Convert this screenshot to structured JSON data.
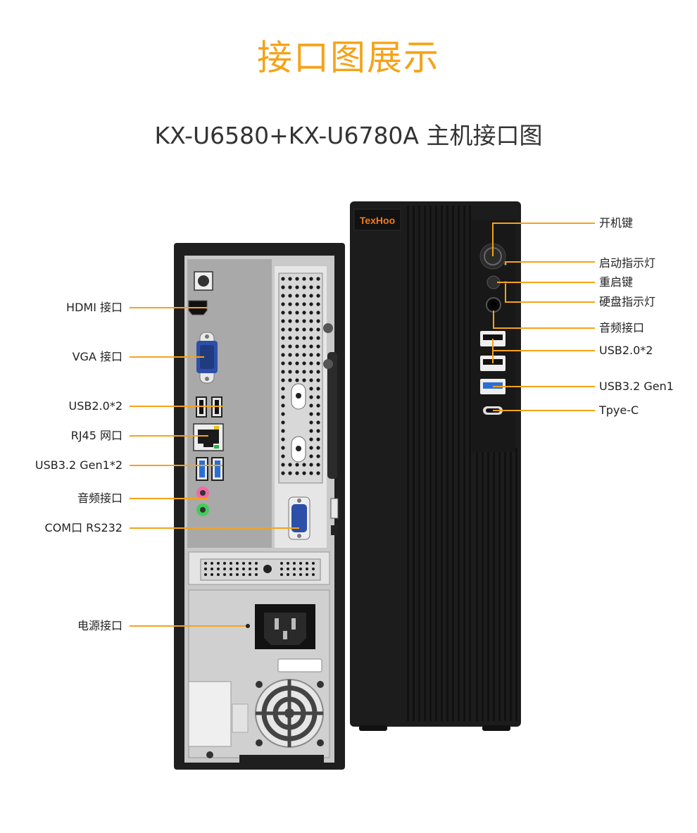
{
  "page": {
    "title": "接口图展示",
    "subtitle": "KX-U6580+KX-U6780A 主机接口图"
  },
  "colors": {
    "accent": "#f5a31a",
    "chassis": "#1c1c1c",
    "usb3_blue": "#2a6fd6"
  },
  "brand": {
    "logo_text": "TexHoo"
  },
  "rear_labels": [
    "HDMI 接口",
    "VGA 接口",
    "USB2.0*2",
    "RJ45 网口",
    "USB3.2 Gen1*2",
    "音频接口",
    "COM口 RS232",
    "电源接口"
  ],
  "front_labels": [
    "开机键",
    "启动指示灯",
    "重启键",
    "硬盘指示灯",
    "音频接口",
    "USB2.0*2",
    "USB3.2 Gen1",
    "Tpye-C"
  ]
}
